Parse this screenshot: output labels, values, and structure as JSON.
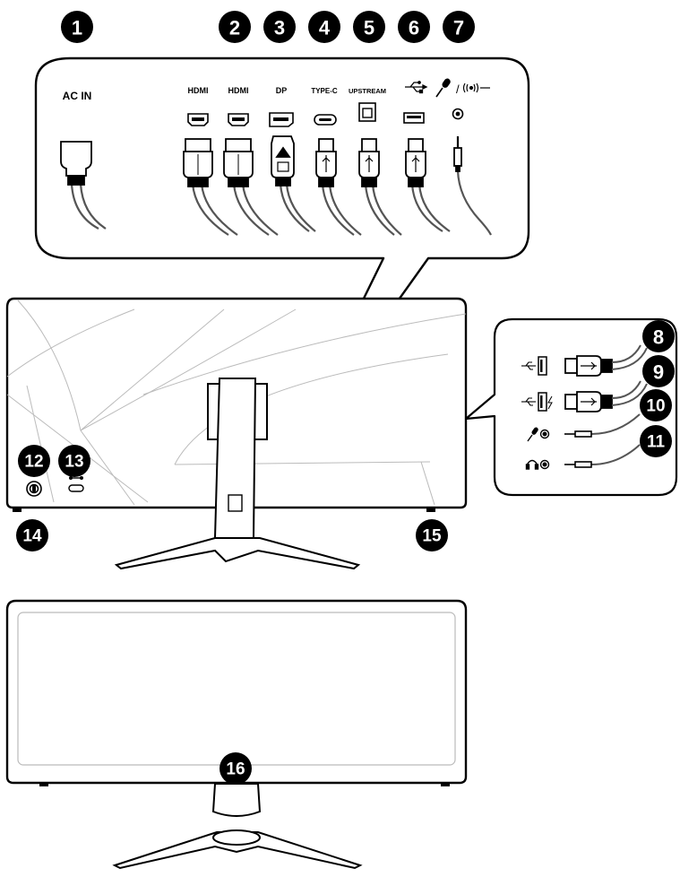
{
  "port_labels": {
    "ac_in": "AC IN",
    "hdmi_1": "HDMI",
    "hdmi_2": "HDMI",
    "dp": "DP",
    "type_c": "TYPE-C",
    "upstream": "UPSTREAM"
  },
  "callouts": {
    "n1": "1",
    "n2": "2",
    "n3": "3",
    "n4": "4",
    "n5": "5",
    "n6": "6",
    "n7": "7",
    "n8": "8",
    "n9": "9",
    "n10": "10",
    "n11": "11",
    "n12": "12",
    "n13": "13",
    "n14": "14",
    "n15": "15",
    "n16": "16"
  },
  "colors": {
    "ink": "#000000",
    "line": "#555555",
    "light_line": "#bbbbbb",
    "paper": "#ffffff"
  }
}
